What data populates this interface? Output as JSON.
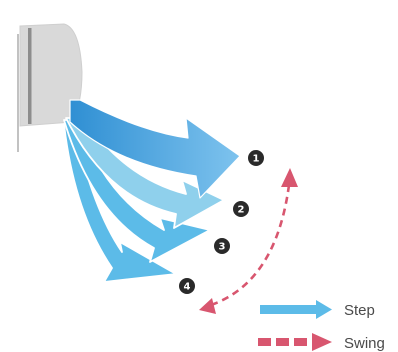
{
  "colors": {
    "step_arrow_top": "#2f8fd3",
    "step_arrow_light": "#8fd0ec",
    "step_arrow_mid": "#5cbce8",
    "swing_arrow": "#d8566f",
    "unit_body": "#dcdcdc",
    "unit_panel": "#8d8d8d",
    "marker": "#2a2a2a"
  },
  "steps": [
    {
      "number": "1"
    },
    {
      "number": "2"
    },
    {
      "number": "3"
    },
    {
      "number": "4"
    }
  ],
  "legend": {
    "step_label": "Step",
    "swing_label": "Swing"
  }
}
